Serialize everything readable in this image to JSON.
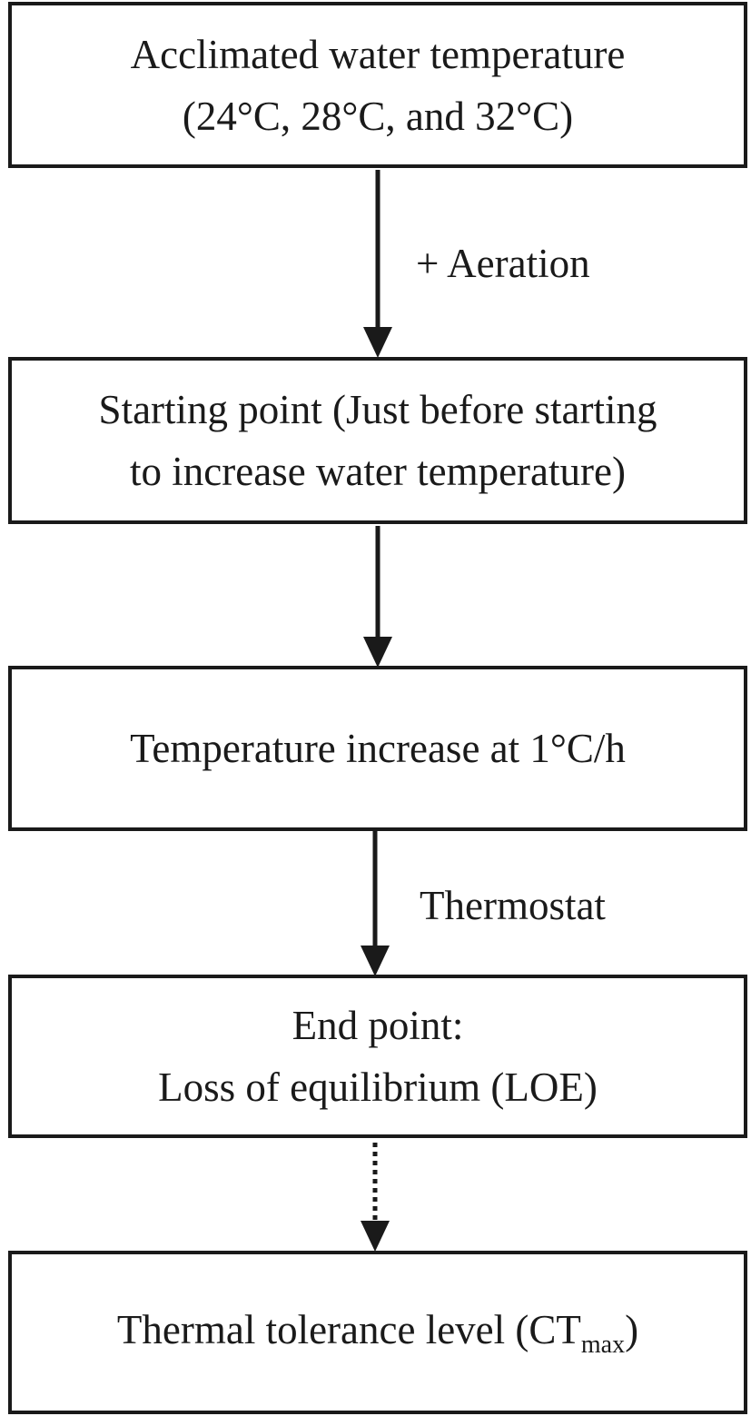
{
  "diagram": {
    "nodes": [
      {
        "id": "acclimation",
        "lines": [
          "Acclimated water temperature",
          "(24°C, 28°C, and 32°C)"
        ]
      },
      {
        "id": "starting-point",
        "lines": [
          "Starting point (Just before starting",
          "to increase water temperature)"
        ]
      },
      {
        "id": "temperature-increase",
        "lines": [
          "Temperature increase at 1°C/h"
        ]
      },
      {
        "id": "end-point",
        "lines": [
          "End point:",
          "Loss of equilibrium (LOE)"
        ]
      },
      {
        "id": "thermal-tolerance",
        "text_main": "Thermal tolerance level (CT",
        "text_sub": "max",
        "text_end": ")"
      }
    ],
    "edges": [
      {
        "from": "acclimation",
        "to": "starting-point",
        "label": "+ Aeration",
        "style": "solid"
      },
      {
        "from": "starting-point",
        "to": "temperature-increase",
        "label": "",
        "style": "solid"
      },
      {
        "from": "temperature-increase",
        "to": "end-point",
        "label": "Thermostat",
        "style": "solid"
      },
      {
        "from": "end-point",
        "to": "thermal-tolerance",
        "label": "",
        "style": "dotted"
      }
    ],
    "colors": {
      "stroke": "#1a1a1a",
      "background": "#ffffff"
    }
  }
}
